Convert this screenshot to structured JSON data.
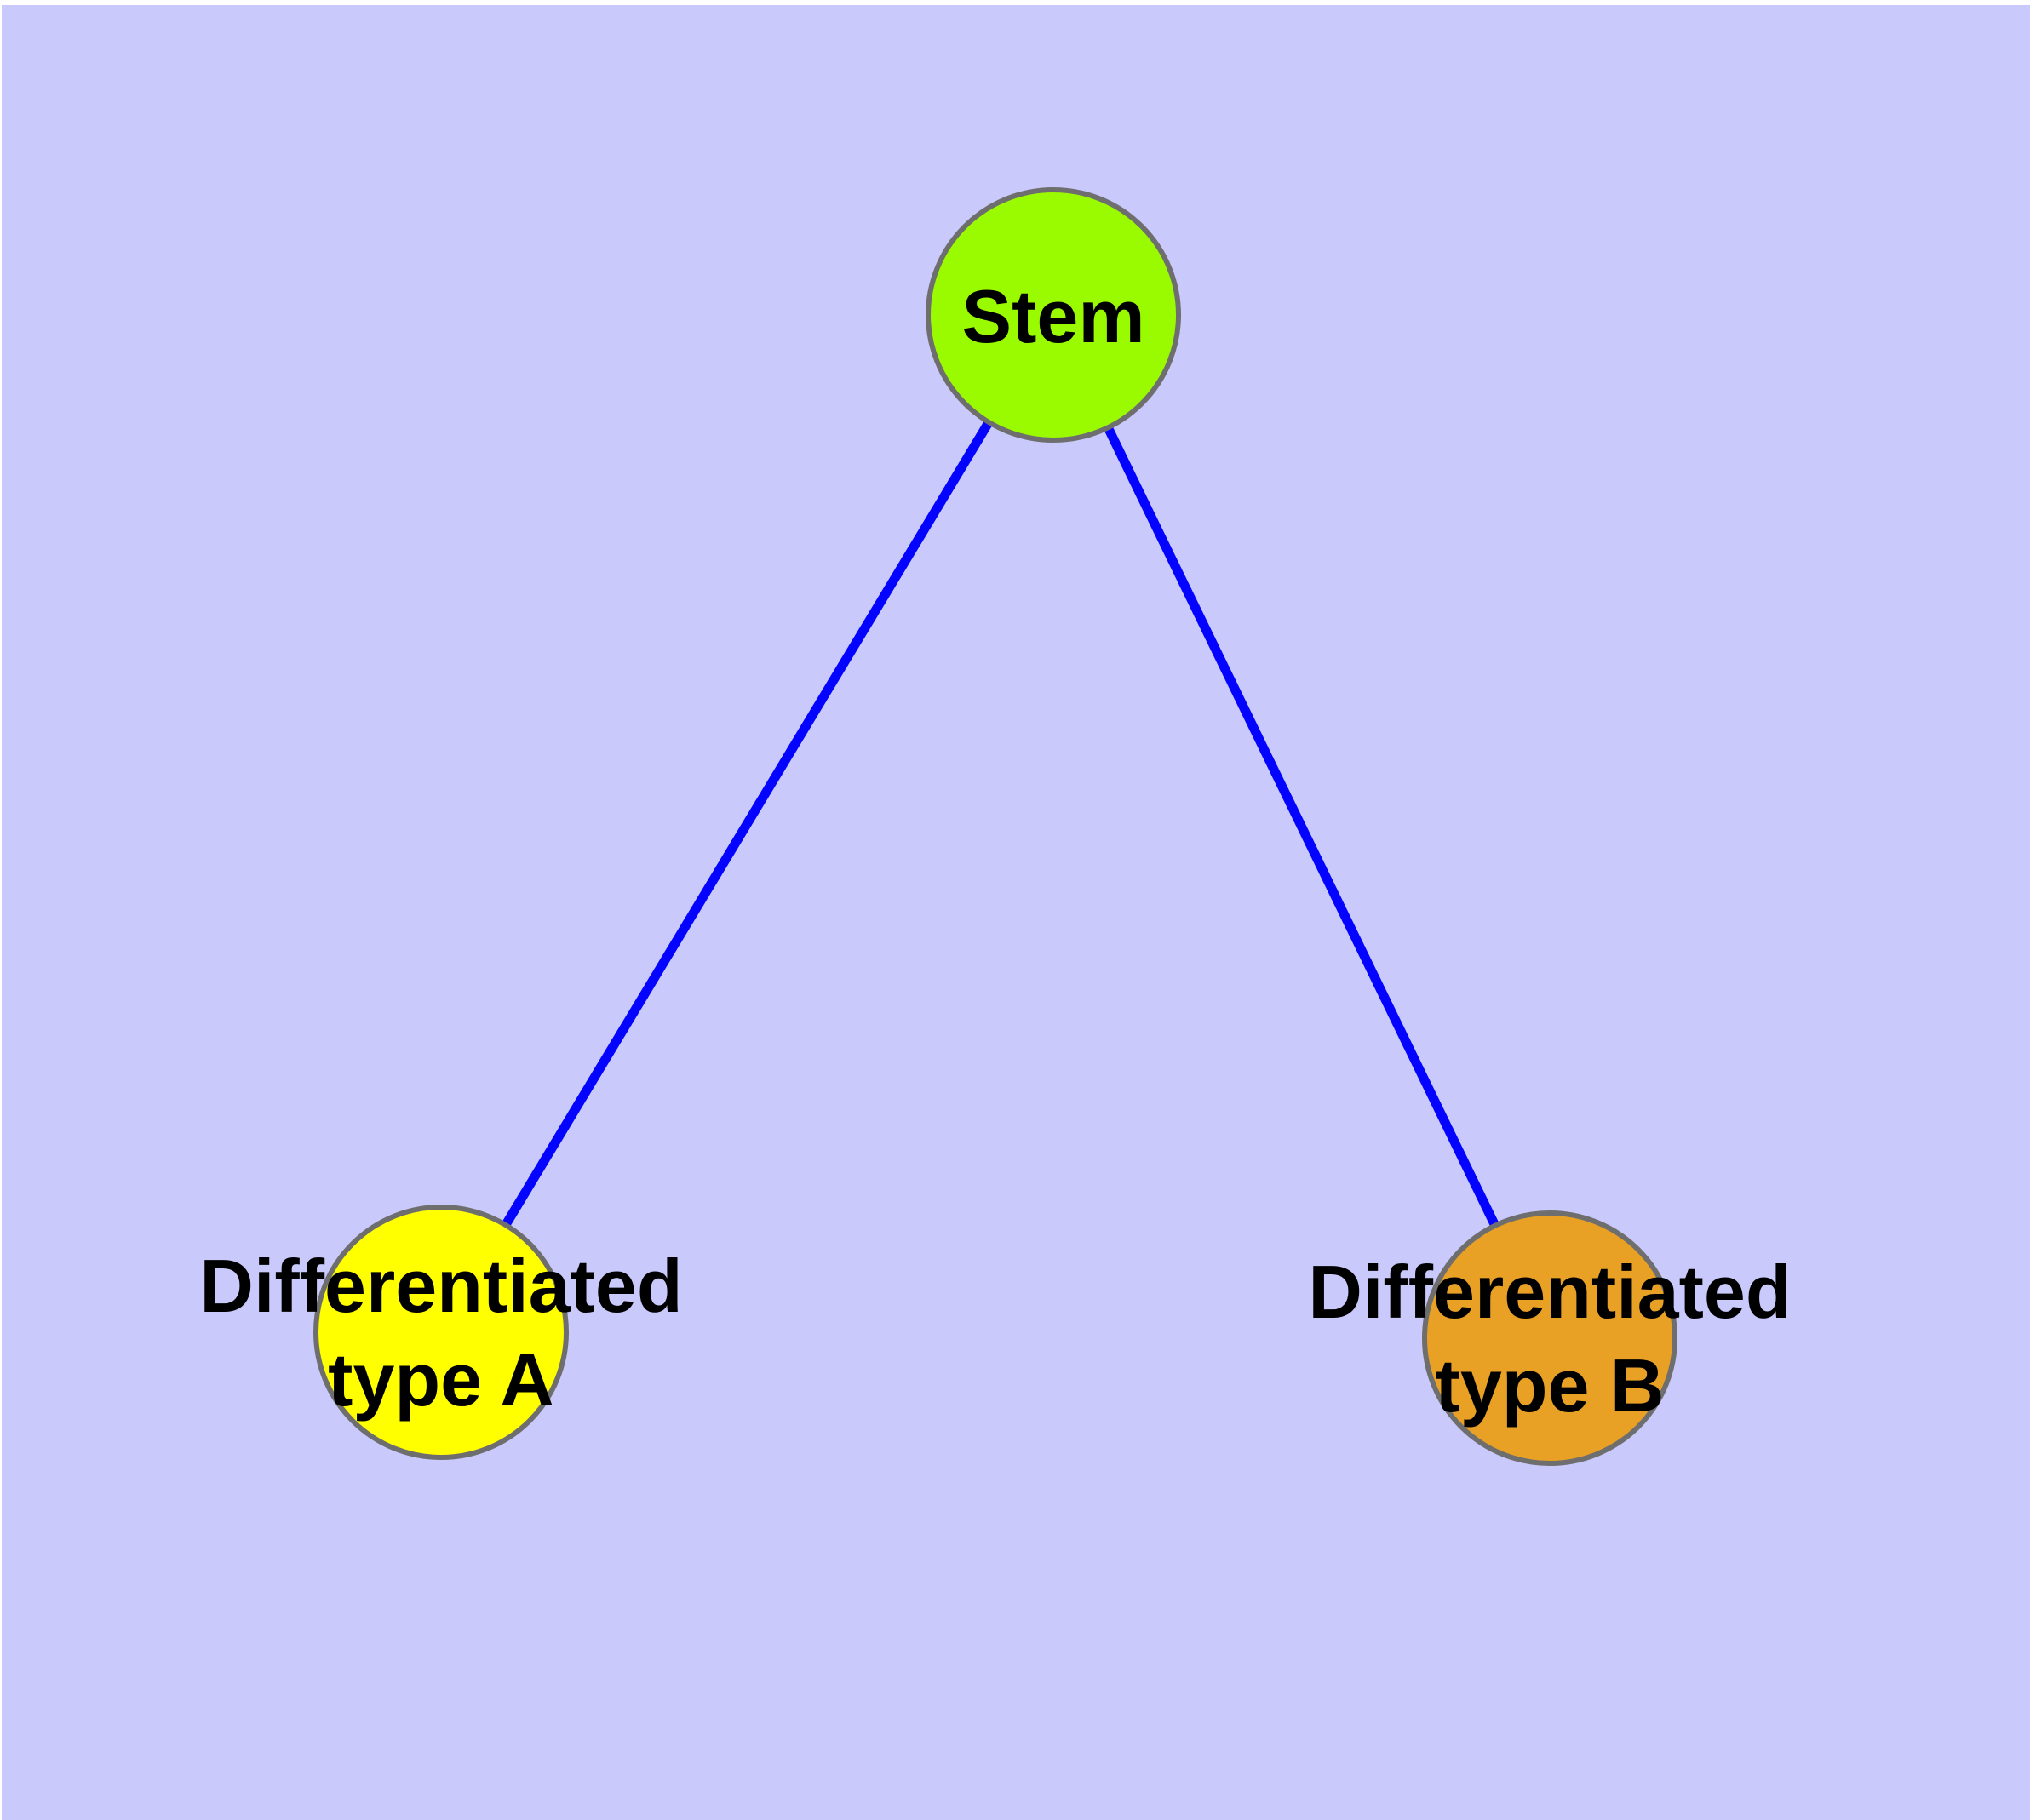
{
  "diagram": {
    "type": "graph",
    "description": "Stem cell differentiation graph: one stem node connected to two differentiated cell type nodes",
    "colors": {
      "background": "#c9c9fb",
      "edge": "#0303ff",
      "node_border": "#6e6e6e",
      "label_text": "#000000"
    },
    "nodes": [
      {
        "id": "stem",
        "label": "Stem",
        "fill": "#9afb00"
      },
      {
        "id": "type-a",
        "label": "Differentiated\ntype A",
        "fill": "#ffff00"
      },
      {
        "id": "type-b",
        "label": "Differentiated\ntype B",
        "fill": "#e8a125"
      }
    ],
    "edges": [
      {
        "from": "stem",
        "to": "type-a"
      },
      {
        "from": "stem",
        "to": "type-b"
      }
    ]
  }
}
